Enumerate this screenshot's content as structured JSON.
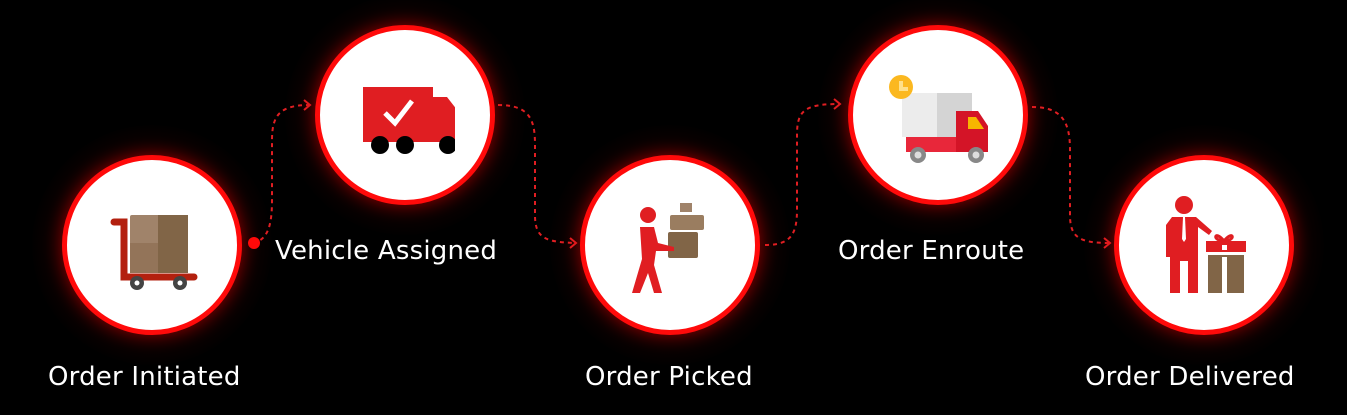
{
  "colors": {
    "background": "#000000",
    "accent": "#ff0a0a",
    "icon_red": "#e01e22",
    "icon_brown": "#8b6a4a",
    "label": "#ffffff"
  },
  "steps": [
    {
      "label": "Order Initiated",
      "icon": "cart-box-icon"
    },
    {
      "label": "Vehicle Assigned",
      "icon": "truck-check-icon"
    },
    {
      "label": "Order Picked",
      "icon": "person-carrying-boxes-icon"
    },
    {
      "label": "Order Enroute",
      "icon": "truck-clock-icon"
    },
    {
      "label": "Order Delivered",
      "icon": "person-gift-icon"
    }
  ]
}
